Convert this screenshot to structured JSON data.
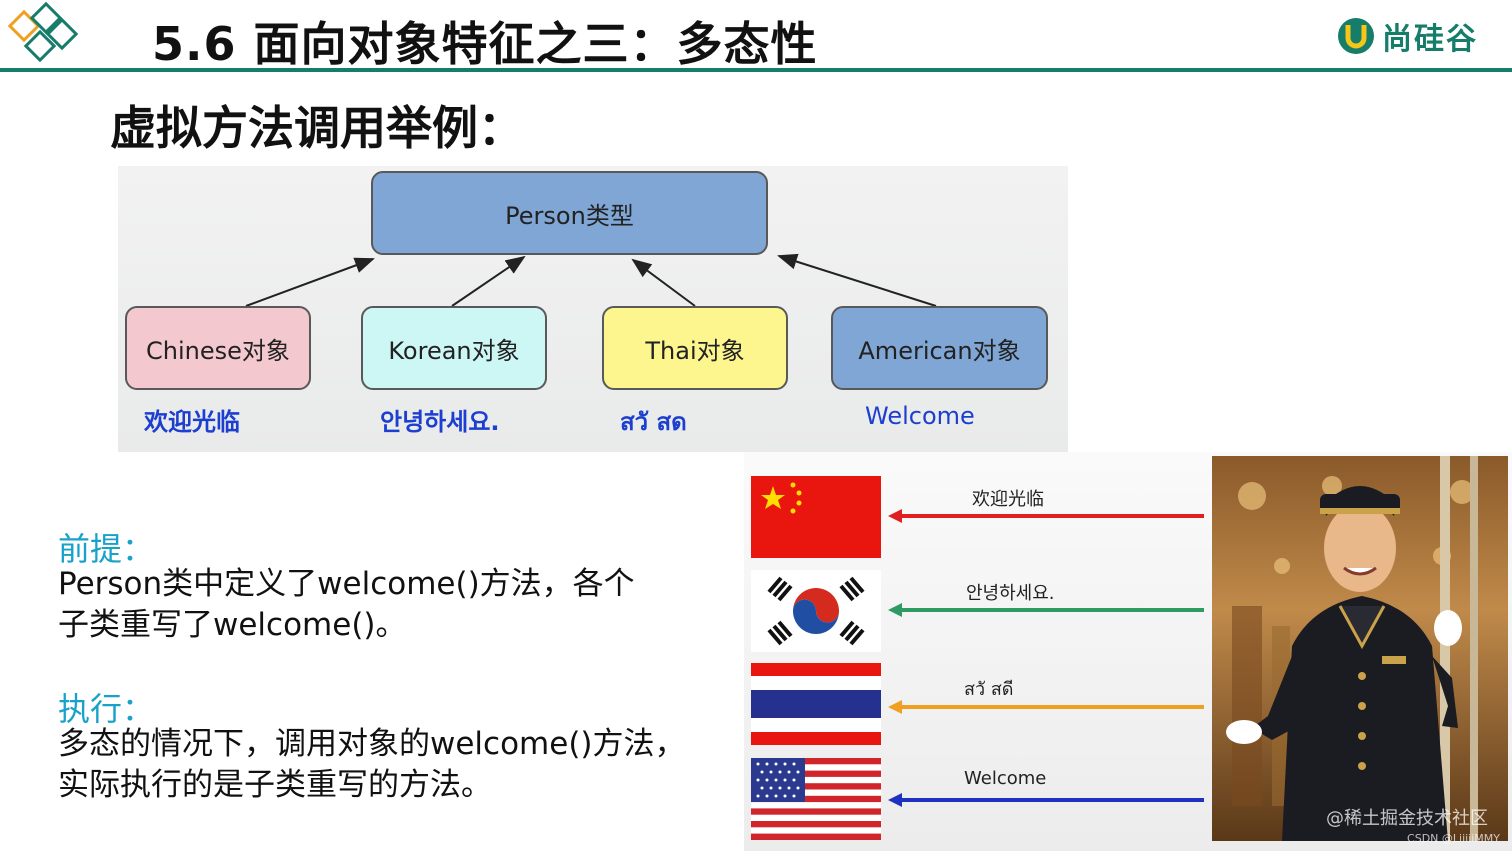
{
  "header": {
    "title": "5.6  面向对象特征之三：多态性",
    "brand_name": "尚硅谷",
    "accent_color": "#157d6a"
  },
  "subheading": "虚拟方法调用举例：",
  "diagram": {
    "parent": "Person类型",
    "children": [
      {
        "label": "Chinese对象",
        "greeting": "欢迎光临",
        "color": "#f4c8cf"
      },
      {
        "label": "Korean对象",
        "greeting": "안녕하세요.",
        "color": "#cdf7f5"
      },
      {
        "label": "Thai对象",
        "greeting": "สวั สด",
        "color": "#fdf68f"
      },
      {
        "label": "American对象",
        "greeting": "Welcome",
        "color": "#7fa6d4"
      }
    ]
  },
  "premise": {
    "label": "前提：",
    "lines": [
      "Person类中定义了welcome()方法，各个",
      "子类重写了welcome()。"
    ]
  },
  "execution": {
    "label": "执行：",
    "lines": [
      "多态的情况下，调用对象的welcome()方法，",
      "实际执行的是子类重写的方法。"
    ]
  },
  "photo": {
    "greetings": [
      {
        "text": "欢迎光临",
        "flag": "china-flag",
        "arrow_color": "#e02020"
      },
      {
        "text": "안녕하세요.",
        "flag": "korea-flag",
        "arrow_color": "#2e9b62"
      },
      {
        "text": "สวั สดี",
        "flag": "thailand-flag",
        "arrow_color": "#f0a020"
      },
      {
        "text": "Welcome",
        "flag": "usa-flag",
        "arrow_color": "#2030c0"
      }
    ]
  },
  "watermark": "@稀土掘金技术社区",
  "credit": "CSDN @LiiiiiMMY"
}
